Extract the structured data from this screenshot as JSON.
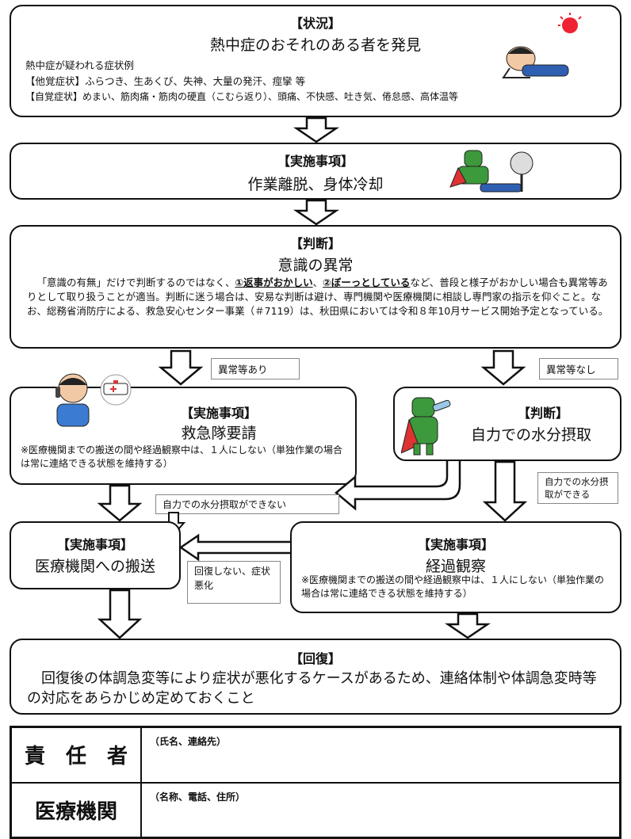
{
  "situation": {
    "header": "【状況】",
    "title": "熱中症のおそれのある者を発見",
    "symptoms_title": "熱中症が疑われる症状例",
    "other_symptoms": "【他覚症状】ふらつき、生あくび、失神、大量の発汗、痙攣 等",
    "self_symptoms": "【自覚症状】めまい、筋肉痛・筋肉の硬直（こむら返り）、頭痛、不快感、吐き気、倦怠感、高体温等"
  },
  "action1": {
    "header": "【実施事項】",
    "title": "作業離脱、身体冷却"
  },
  "judge1": {
    "header": "【判断】",
    "title": "意識の異常",
    "body_prefix": "「意識の有無」だけで判断するのではなく、",
    "emph1": "①返事がおかしい",
    "sep": "、",
    "emph2": "②ぼーっとしている",
    "body_suffix": "など、普段と様子がおかしい場合も異常等ありとして取り扱うことが適当。判断に迷う場合は、安易な判断は避け、専門機関や医療機関に相談し専門家の指示を仰ぐこと。なお、総務省消防庁による、救急安心センター事業（＃7119）は、秋田県においては令和８年10月サービス開始予定となっている。"
  },
  "labels": {
    "abnormal_yes": "異常等あり",
    "abnormal_no": "異常等なし",
    "cannot_drink": "自力での水分摂取ができない",
    "can_drink": "自力での水分摂取ができる",
    "not_recovered": "回復しない、症状悪化"
  },
  "ambulance": {
    "header": "【実施事項】",
    "title": "救急隊要請",
    "note": "※医療機関までの搬送の間や経過観察中は、１人にしない（単独作業の場合は常に連絡できる状態を維持する）"
  },
  "judge2": {
    "header": "【判断】",
    "title": "自力での水分摂取"
  },
  "transport": {
    "header": "【実施事項】",
    "title": "医療機関への搬送"
  },
  "observe": {
    "header": "【実施事項】",
    "title": "経過観察",
    "note": "※医療機関までの搬送の間や経過観察中は、１人にしない（単独作業の場合は常に連絡できる状態を維持する）"
  },
  "recovery": {
    "header": "【回復】",
    "body": "回復後の体調急変等により症状が悪化するケースがあるため、連絡体制や体調急変時等の対応をあらかじめ定めておくこと"
  },
  "table": {
    "row1_label": "責　任　者",
    "row1_hint": "（氏名、連絡先）",
    "row2_label": "医療機関",
    "row2_hint": "（名称、電話、住所）"
  },
  "icons": {
    "collapsed_person": "collapsed-person-icon",
    "cooling": "cooling-rescue-icon",
    "phone_caller": "phone-call-person-icon",
    "ambulance": "ambulance-icon",
    "drinking": "drinking-water-icon"
  }
}
